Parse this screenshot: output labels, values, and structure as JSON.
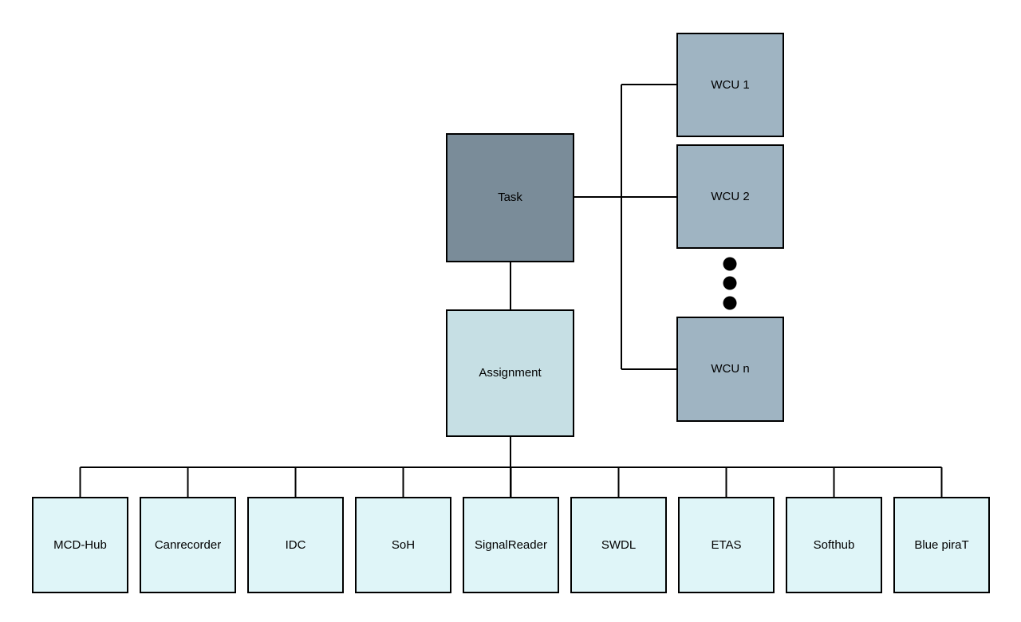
{
  "diagram": {
    "background_color": "#ffffff",
    "line_color": "#000000",
    "border_color": "#000000",
    "colors": {
      "task_fill": "#7a8c99",
      "assignment_fill": "#c6dfe4",
      "wcu_fill": "#9fb4c2",
      "tool_fill": "#dff5f8"
    },
    "task": {
      "label": "Task"
    },
    "assignment": {
      "label": "Assignment"
    },
    "wcu_nodes": [
      {
        "label": "WCU 1"
      },
      {
        "label": "WCU 2"
      },
      {
        "label": "WCU n"
      }
    ],
    "ellipsis_symbol": "⋮",
    "tools": [
      {
        "label": "MCD-Hub"
      },
      {
        "label": "Canrecorder"
      },
      {
        "label": "IDC"
      },
      {
        "label": "SoH"
      },
      {
        "label": "SignalReader"
      },
      {
        "label": "SWDL"
      },
      {
        "label": "ETAS"
      },
      {
        "label": "Softhub"
      },
      {
        "label": "Blue piraT"
      }
    ]
  }
}
